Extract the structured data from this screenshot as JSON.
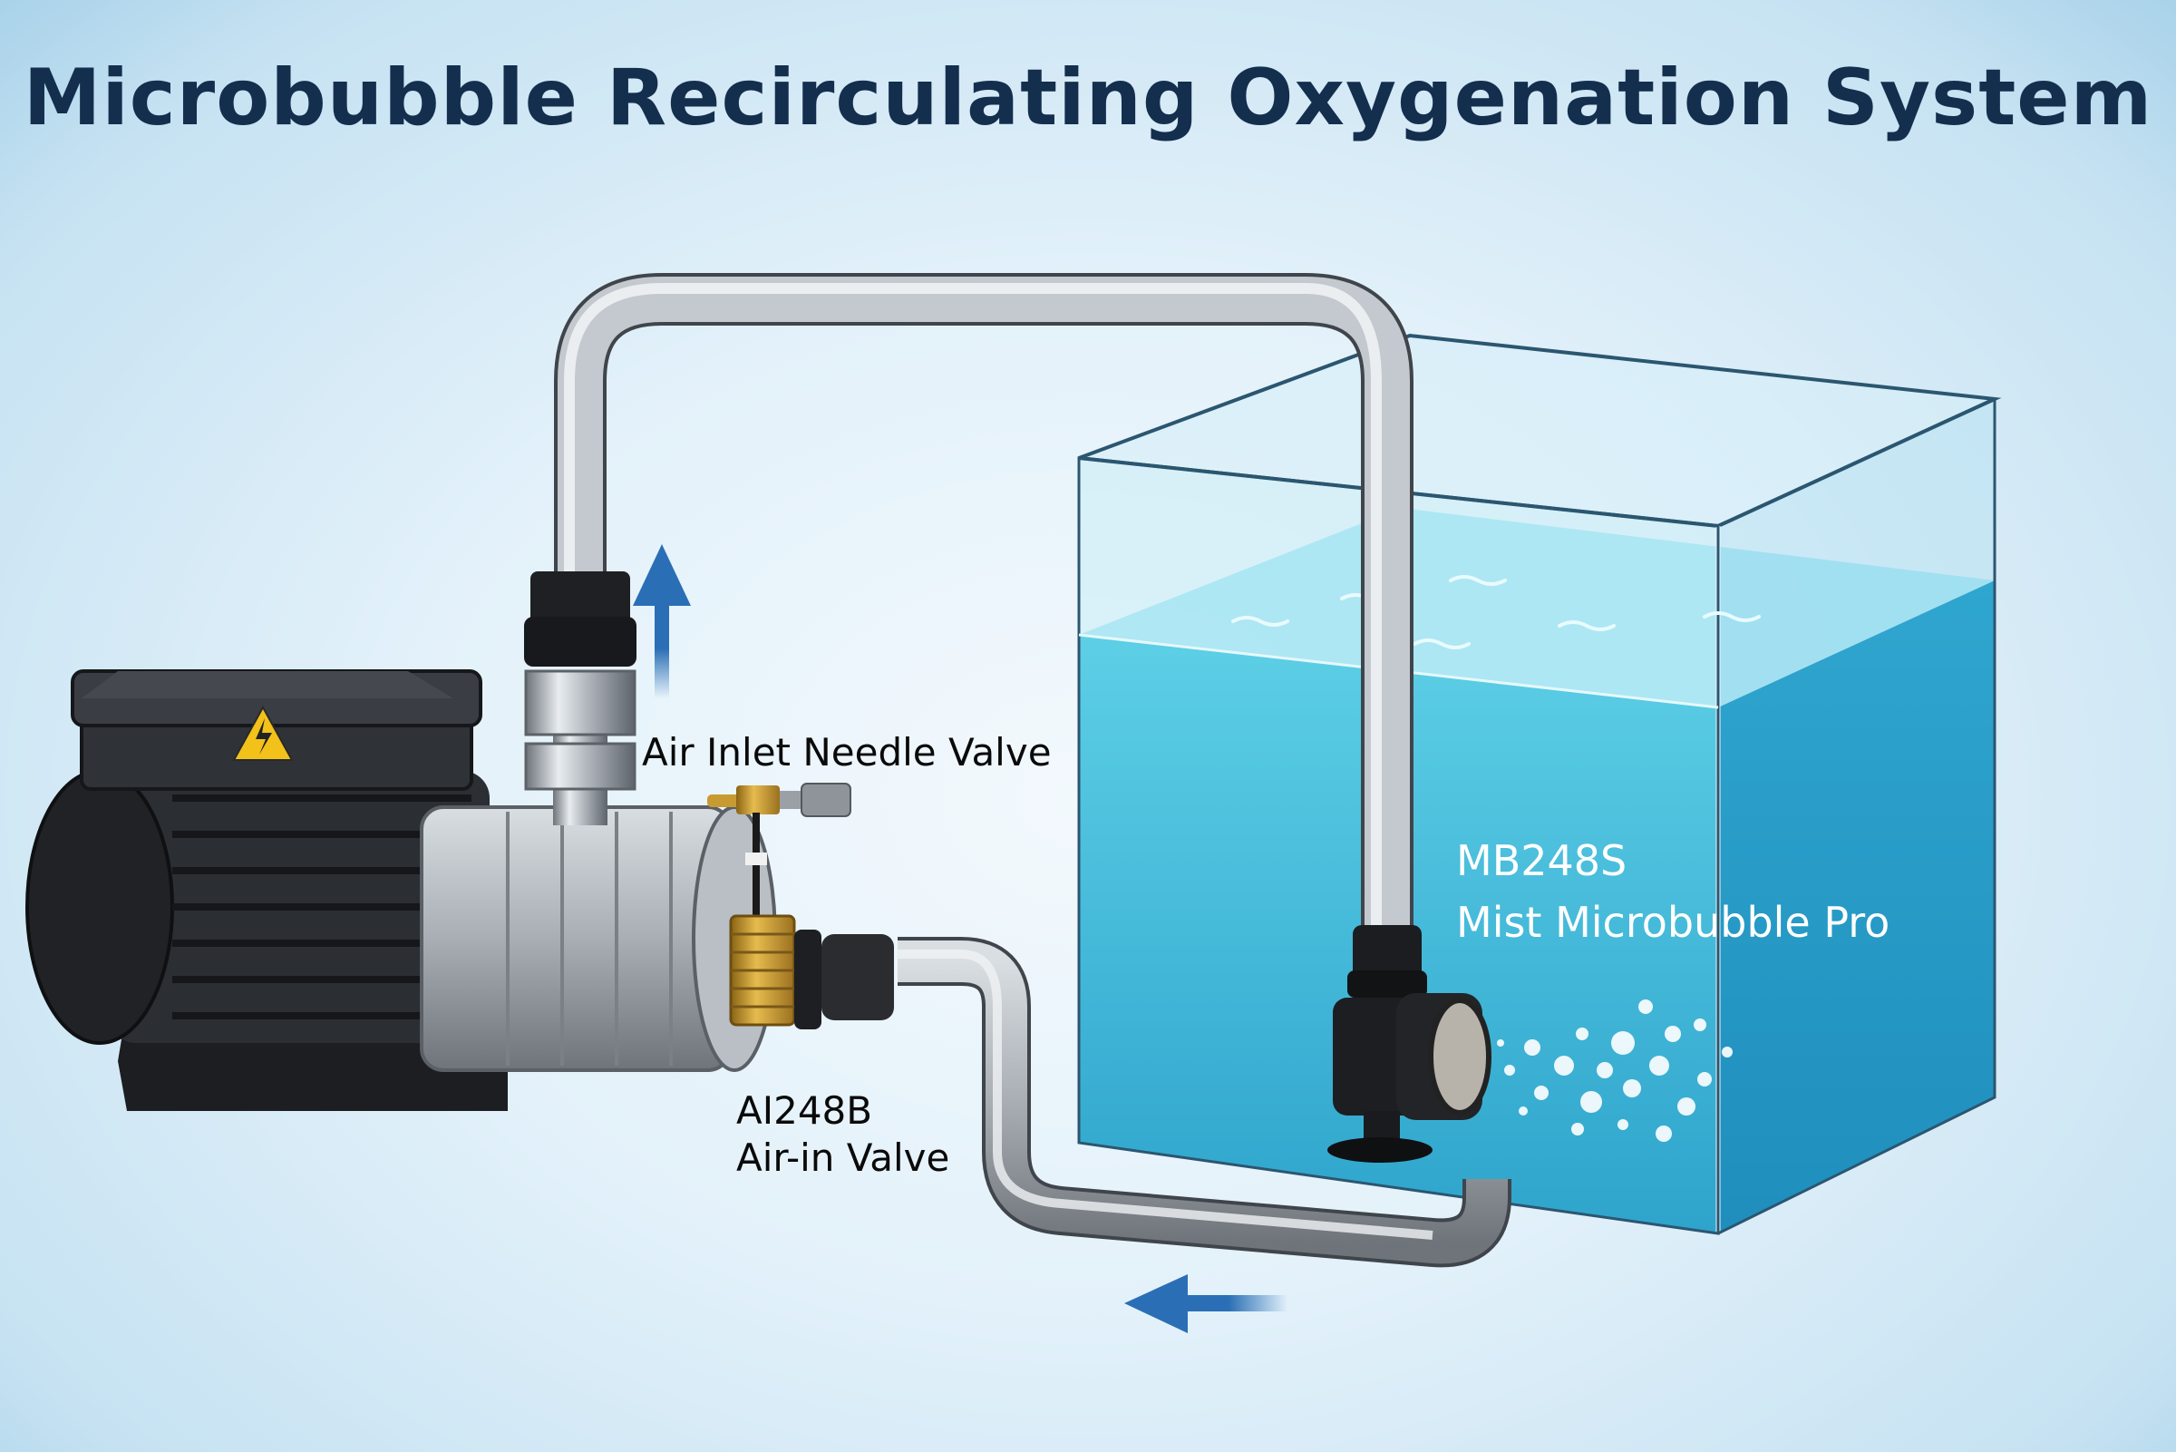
{
  "title": "Microbubble Recirculating Oxygenation System",
  "labels": {
    "needle_valve": "Air Inlet Needle Valve",
    "air_in_valve_model": "AI248B",
    "air_in_valve_name": "Air-in Valve",
    "microbubble_model": "MB248S",
    "microbubble_name": "Mist Microbubble Pro"
  },
  "components": [
    {
      "id": "pump",
      "name": "Electric centrifugal pump",
      "icon": "high-voltage-warning-icon"
    },
    {
      "id": "needle-valve",
      "name": "Air Inlet Needle Valve"
    },
    {
      "id": "air-in-valve",
      "name": "AI248B Air-in Valve"
    },
    {
      "id": "tank",
      "name": "Water tank"
    },
    {
      "id": "generator",
      "name": "MB248S Mist Microbubble Pro"
    }
  ],
  "flow_arrows": [
    {
      "direction": "up",
      "location": "pump outlet to tank"
    },
    {
      "direction": "left",
      "location": "tank return to pump inlet"
    }
  ],
  "colors": {
    "title": "#142e4e",
    "water": "#3fb6d8",
    "arrow": "#2a6fb5",
    "pump_body": "#2b2e33",
    "brass": "#c99a2e"
  }
}
